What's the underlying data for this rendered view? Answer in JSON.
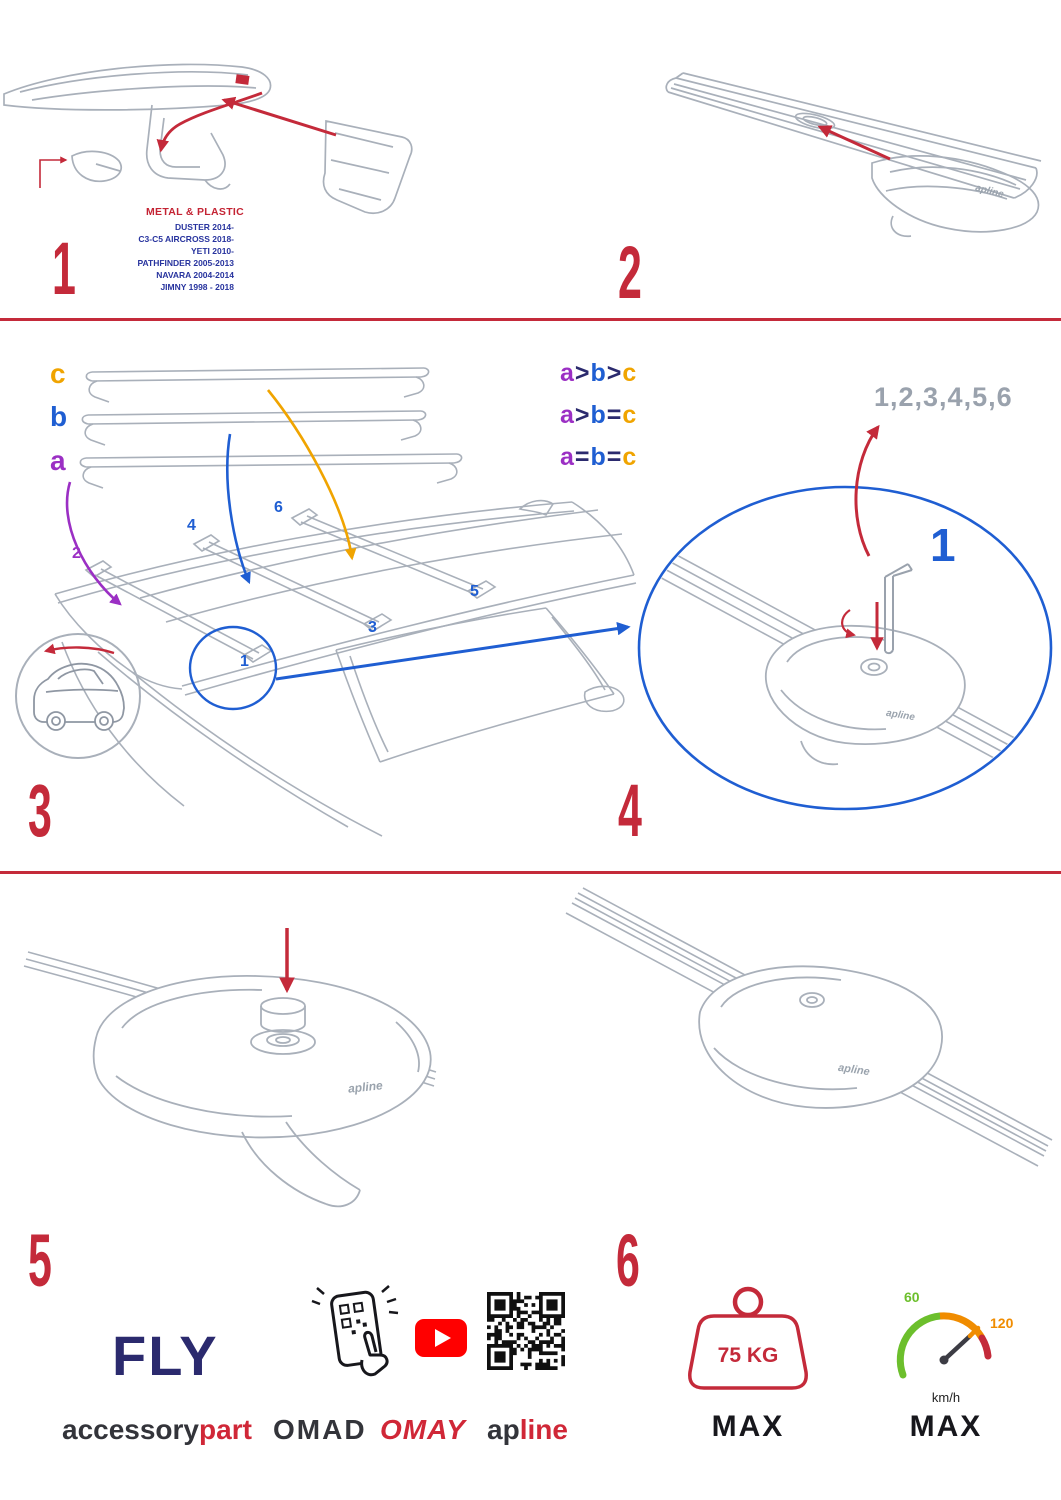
{
  "brand": "apline",
  "colors": {
    "accent_red": "#c42a3a",
    "blue": "#1f5ed2",
    "purple": "#9b2fc4",
    "orange": "#f0a400",
    "navy": "#2b2a6e",
    "sequence_gray": "#9aa2ad",
    "speed_green": "#6cbf2c",
    "speed_orange": "#f08c00",
    "youtube_red": "#ff0000"
  },
  "steps": {
    "s1": "1",
    "s2": "2",
    "s3": "3",
    "s4": "4",
    "s5": "5",
    "s6": "6"
  },
  "panel1": {
    "material_label": "METAL & PLASTIC",
    "models": [
      "DUSTER 2014-",
      "C3-C5 AIRCROSS 2018-",
      "YETI 2010-",
      "PATHFINDER 2005-2013",
      "NAVARA 2004-2014",
      "JIMNY 1998 - 2018"
    ]
  },
  "panel3": {
    "bar_labels": {
      "a": "a",
      "b": "b",
      "c": "c"
    },
    "legend": [
      [
        "a",
        ">",
        "b",
        ">",
        "c"
      ],
      [
        "a",
        ">",
        "b",
        "=",
        "c"
      ],
      [
        "a",
        "=",
        "b",
        "=",
        "c"
      ]
    ],
    "positions": {
      "p1": "1",
      "p2": "2",
      "p3": "3",
      "p4": "4",
      "p5": "5",
      "p6": "6"
    }
  },
  "panel4": {
    "sequence": "1,2,3,4,5,6",
    "callout": "1"
  },
  "footer": {
    "fly": "FLY",
    "accessory": "accessory",
    "part": "part",
    "omad": "OMAD",
    "omay": "OMAY",
    "apline_ap": "ap",
    "apline_line": "line",
    "weight_value": "75 KG",
    "weight_max": "MAX",
    "speed_low": "60",
    "speed_high": "120",
    "speed_unit": "km/h",
    "speed_max": "MAX"
  }
}
